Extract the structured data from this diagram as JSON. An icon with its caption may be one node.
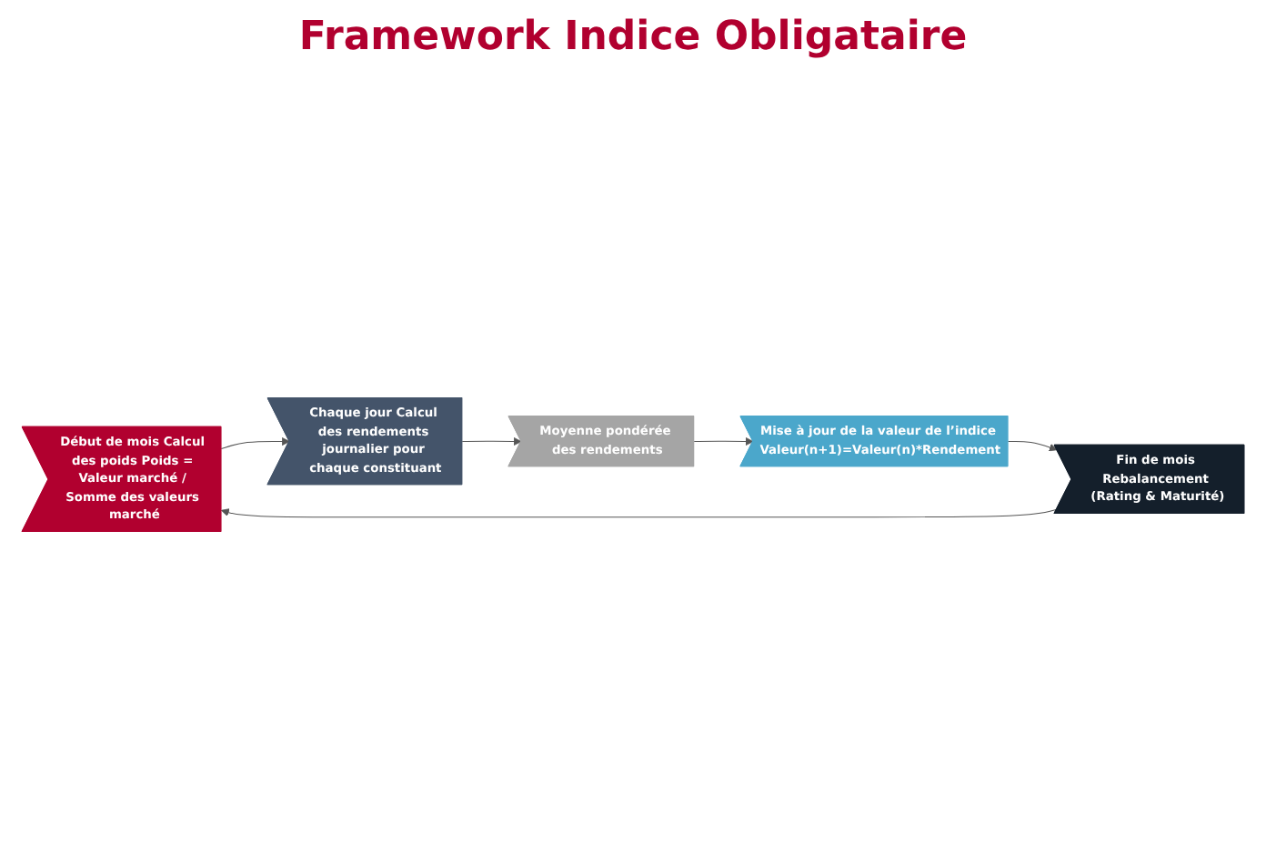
{
  "diagram": {
    "title": "Framework Indice Obligataire",
    "nodes": [
      {
        "text": [
          "Début de mois Calcul des poids Poids = Valeur marché / Somme des valeurs marché"
        ]
      },
      {
        "text": [
          "Chaque jour Calcul des rendements journalier pour chaque constituant"
        ]
      },
      {
        "text": [
          "Moyenne pondérée des rendements"
        ]
      },
      {
        "text": [
          "Mise à jour de la valeur de l’indice Valeur(n+1)=Valeur(n)*Rendement"
        ]
      },
      {
        "text": [
          "Fin de mois Rebalancement (Rating & Maturité)"
        ]
      }
    ],
    "edges": [
      {
        "from": 0,
        "to": 1,
        "arrow": "to"
      },
      {
        "from": 1,
        "to": 2,
        "arrow": "to"
      },
      {
        "from": 2,
        "to": 3,
        "arrow": "to"
      },
      {
        "from": 3,
        "to": 4,
        "arrow": "to"
      },
      {
        "from": 4,
        "to": 0,
        "arrow": "to"
      }
    ]
  }
}
